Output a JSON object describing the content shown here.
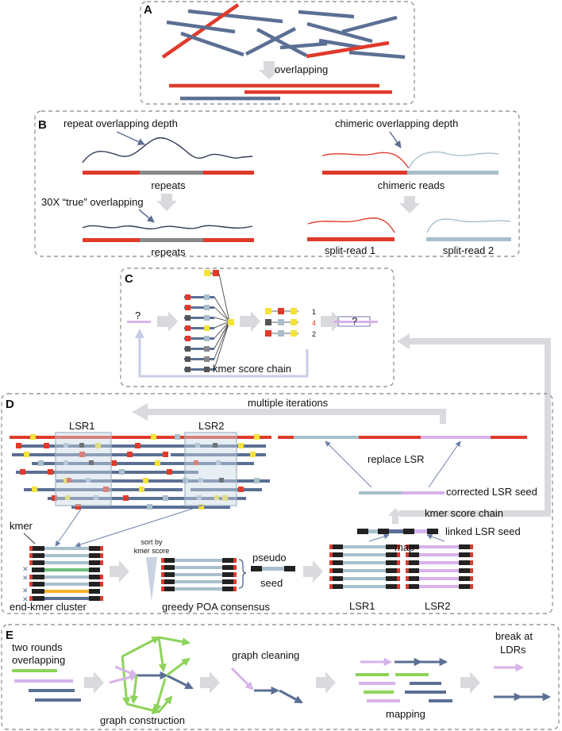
{
  "panels": {
    "A": {
      "letter": "A",
      "step_label": "overlapping"
    },
    "B": {
      "letter": "B",
      "repeat_depth_label": "repeat overlapping depth",
      "repeats_label": "repeats",
      "true_overlap_label": "30X “true” overlapping",
      "repeats_label_2": "repeats",
      "chimeric_depth_label": "chimeric overlapping depth",
      "chimeric_reads_label": "chimeric reads",
      "split_read_1_label": "split-read 1",
      "split_read_2_label": "split-read 2"
    },
    "C": {
      "letter": "C",
      "query_mark": "?",
      "query_mark_2": "?",
      "rank_1": "1",
      "rank_4": "4",
      "rank_2": "2",
      "chain_label": "kmer score chain"
    },
    "D": {
      "letter": "D",
      "iterations_label": "multiple iterations",
      "lsr1_label": "LSR1",
      "lsr2_label": "LSR2",
      "kmer_label": "kmer",
      "cluster_label": "end-kmer cluster",
      "sort_label_1": "sort by",
      "sort_label_2": "kmer score",
      "poa_label": "greedy POA consensus",
      "pseudo_label": "pseudo",
      "seed_label": "seed",
      "lsr1_bottom_label": "LSR1",
      "lsr2_bottom_label": "LSR2",
      "map_label": "map",
      "linked_seed_label": "linked LSR seed",
      "chain_label": "kmer score chain",
      "corrected_seed_label": "corrected LSR seed",
      "replace_label": "replace LSR",
      "x_mark": "✕"
    },
    "E": {
      "letter": "E",
      "two_rounds_label_1": "two rounds",
      "two_rounds_label_2": "overlapping",
      "graph_construction_label": "graph construction",
      "graph_cleaning_label": "graph cleaning",
      "mapping_label": "mapping",
      "break_label_1": "break at",
      "break_label_2": "LDRs"
    }
  },
  "colors": {
    "blue_read": "#5b6f94",
    "red_read": "#e03a2a",
    "light_blue": "#a8bfcc",
    "grey_repeat": "#888888",
    "lilac": "#d7b3ea",
    "green": "#8ed35a",
    "yellow_kmer": "#f5e23a",
    "black_kmer": "#222222",
    "arrow_grey": "#d9d9de",
    "panel_border": "#999999"
  }
}
